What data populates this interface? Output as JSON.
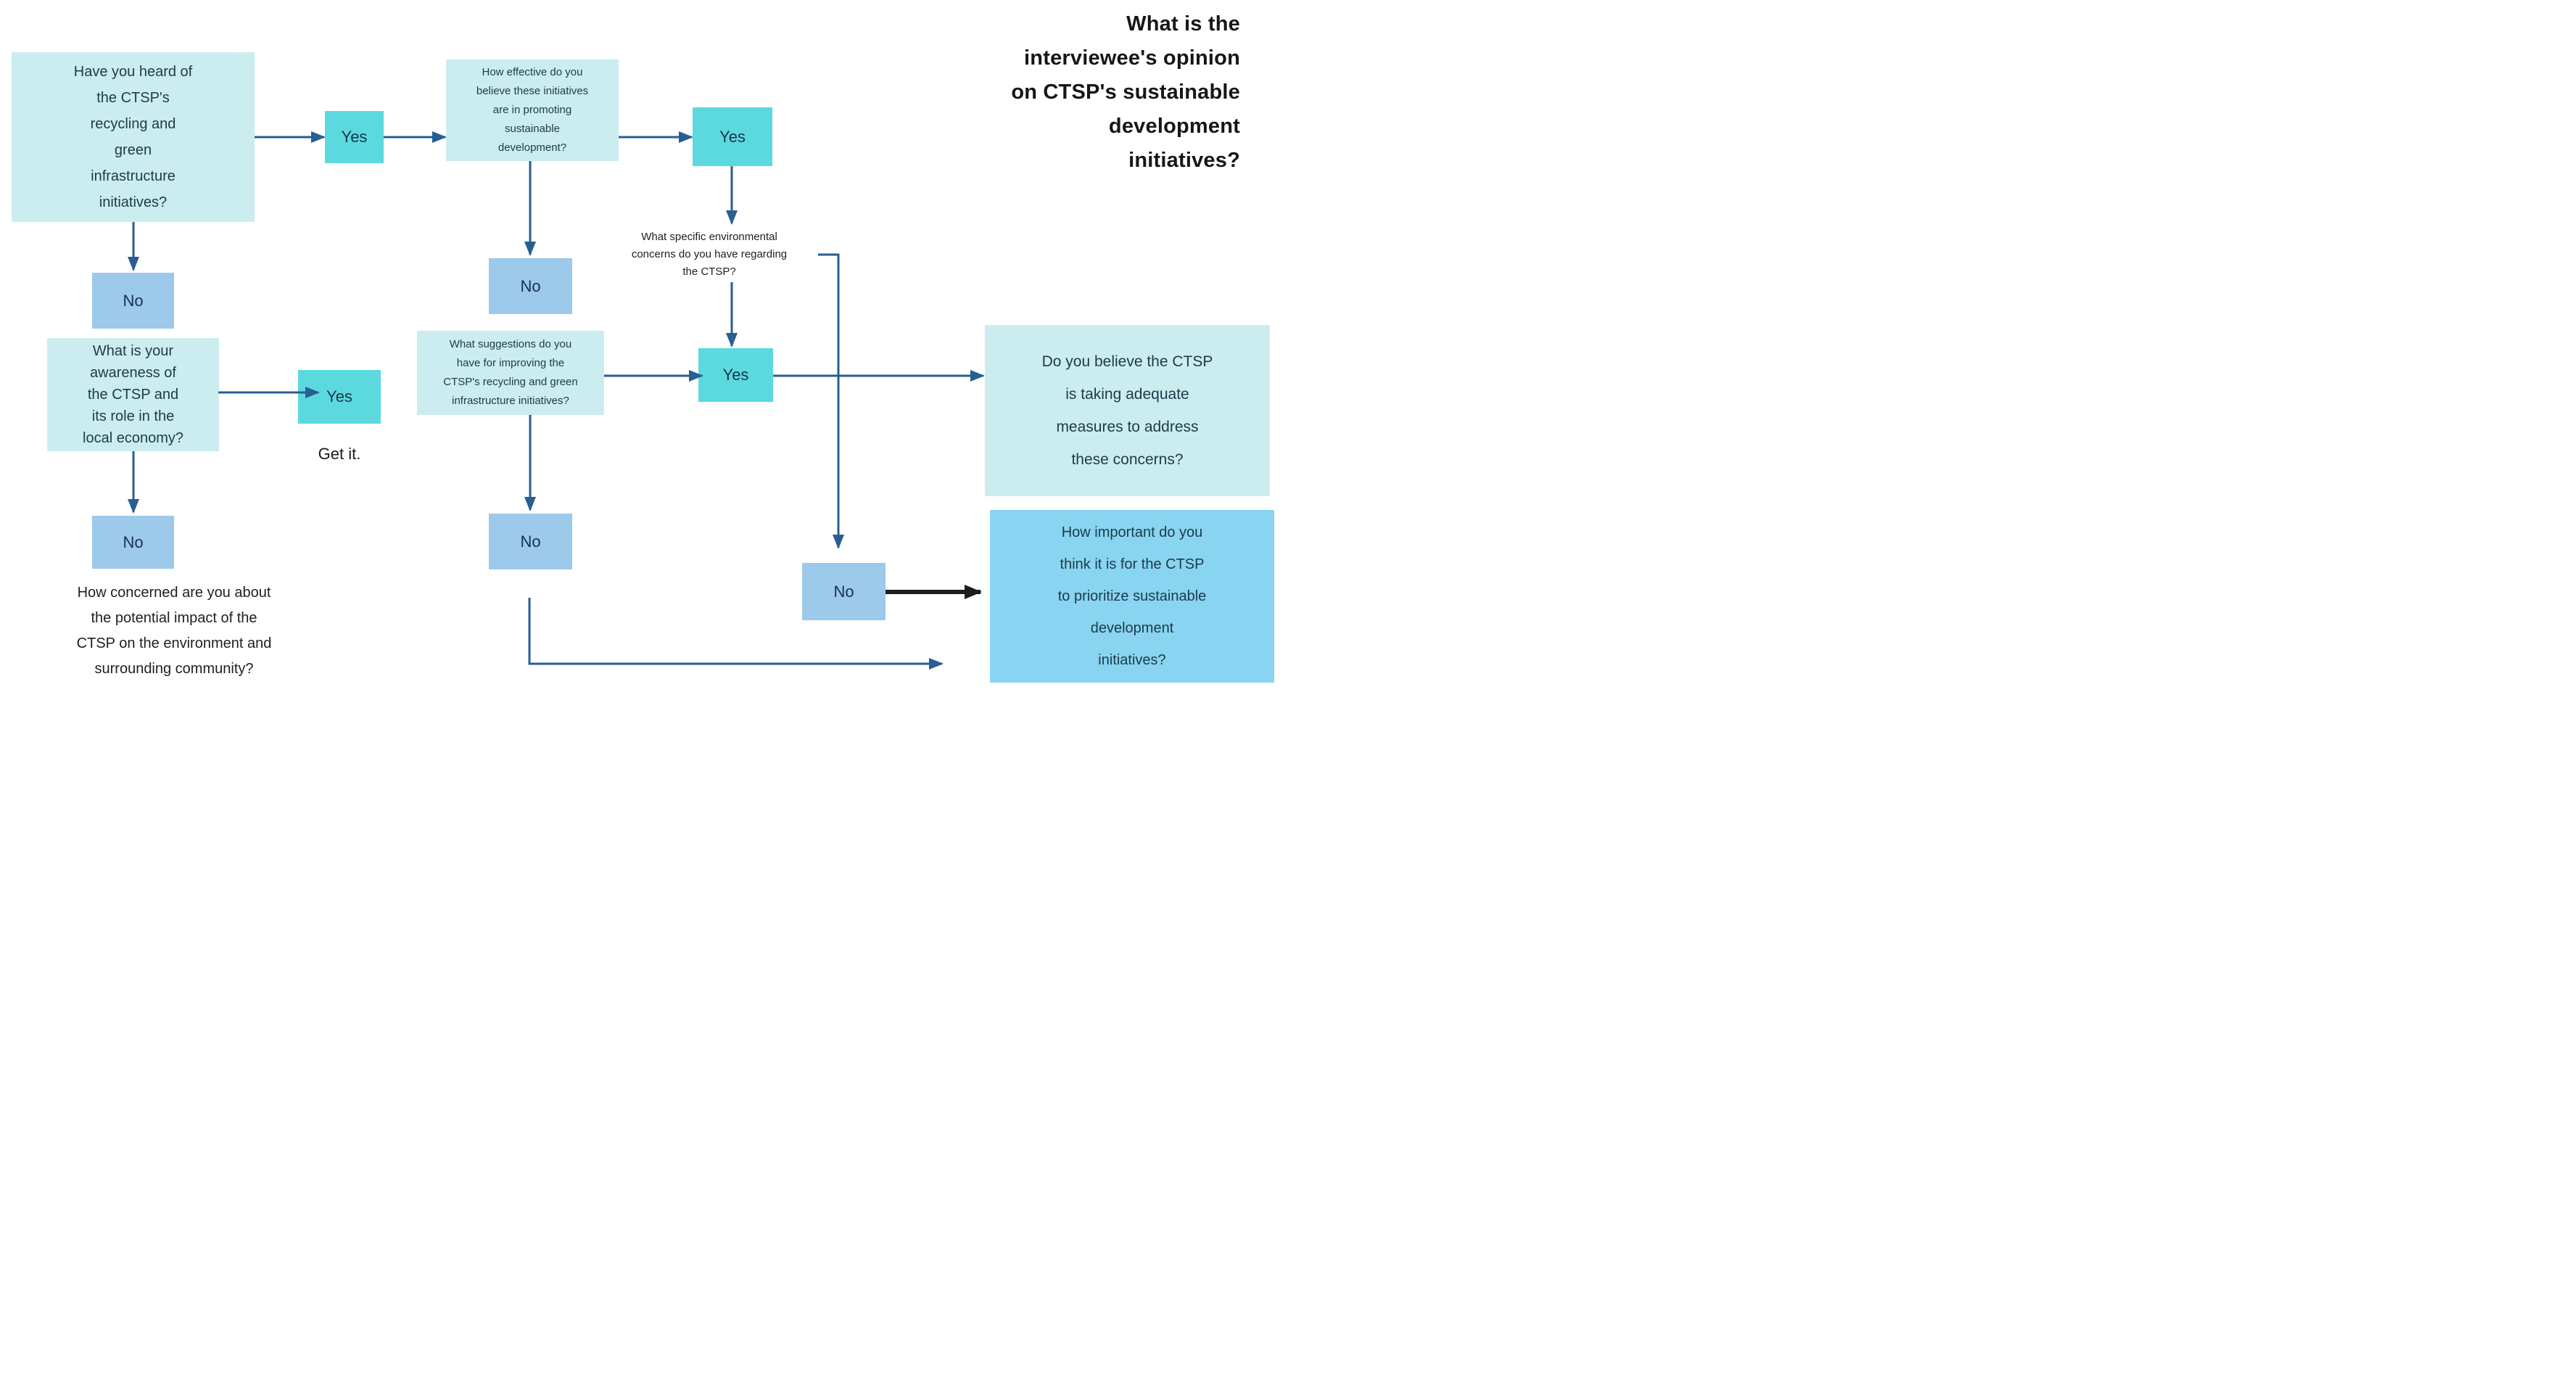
{
  "title": "What is the\ninterviewee's opinion\non CTSP's sustainable\ndevelopment\ninitiatives?",
  "palette": {
    "question_box": "#cbedf0",
    "yes_box": "#5cd9de",
    "no_box": "#9dc9ea",
    "result_box": "#89d4f1",
    "arrow_blue": "#285e92",
    "arrow_black": "#1d1d1d",
    "box_text": "#1c3b49",
    "title_text": "#161616"
  },
  "nodes": {
    "q_heard": {
      "label": "Have you heard of\nthe CTSP's\nrecycling and\ngreen\ninfrastructure\ninitiatives?"
    },
    "yes_heard": {
      "label": "Yes"
    },
    "q_effective": {
      "label": "How effective do you\nbelieve these initiatives\nare in promoting\nsustainable\ndevelopment?"
    },
    "yes_effective": {
      "label": "Yes"
    },
    "q_concerns": {
      "label": "What specific environmental\nconcerns do you have regarding\nthe CTSP?"
    },
    "yes_concerns": {
      "label": "Yes"
    },
    "q_adequate": {
      "label": "Do you believe the CTSP\nis taking adequate\nmeasures to address\nthese concerns?"
    },
    "no_concerns": {
      "label": "No"
    },
    "q_prioritize": {
      "label": "How important do you\nthink it is for the CTSP\nto prioritize sustainable\ndevelopment\ninitiatives?"
    },
    "no_heard": {
      "label": "No"
    },
    "q_awareness": {
      "label": "What is your\nawareness of\nthe CTSP and\nits role in the\nlocal economy?"
    },
    "yes_awareness": {
      "label": "Yes"
    },
    "get_it": {
      "label": "Get it."
    },
    "no_awareness": {
      "label": "No"
    },
    "q_concerned": {
      "label": "How concerned are you about\nthe potential impact of the\nCTSP on the environment and\nsurrounding community?"
    },
    "no_effective": {
      "label": "No"
    },
    "q_suggestions": {
      "label": "What suggestions do you\nhave for improving the\nCTSP's recycling and green\ninfrastructure initiatives?"
    },
    "no_suggestions": {
      "label": "No"
    }
  }
}
